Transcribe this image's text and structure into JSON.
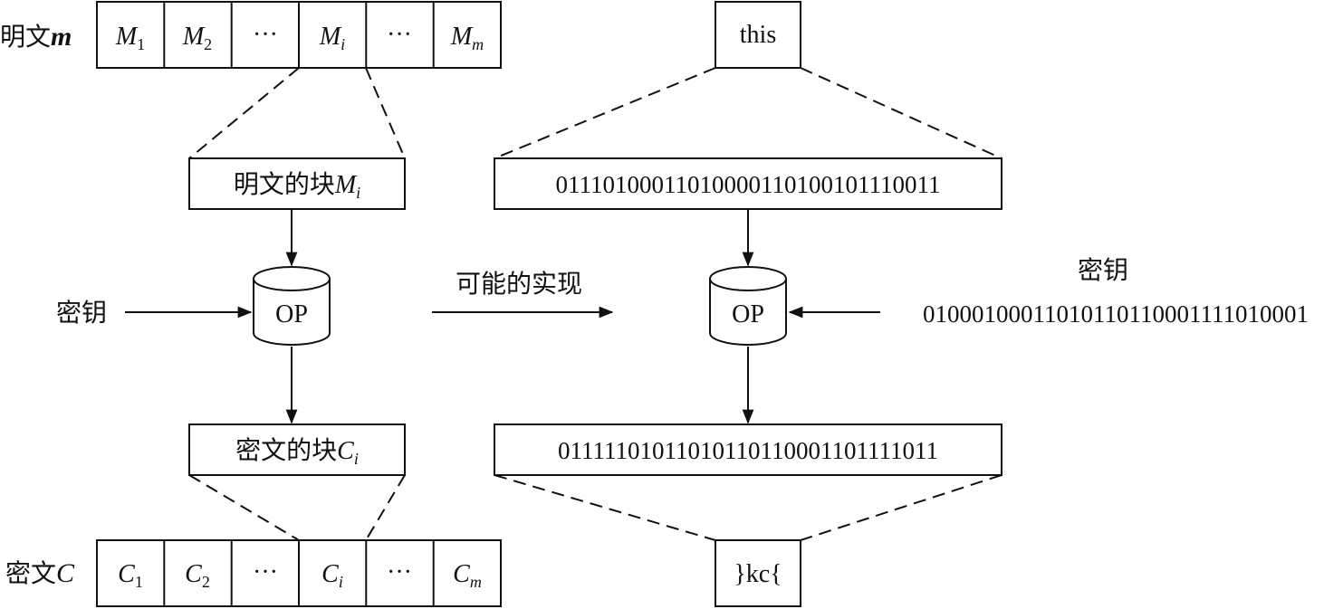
{
  "left": {
    "plaintext_label": {
      "cjk": "明文",
      "var": "m"
    },
    "ciphertext_label": {
      "cjk": "密文",
      "var": "C"
    },
    "plaintext_cells": [
      {
        "base": "M",
        "sub": "1"
      },
      {
        "base": "M",
        "sub": "2"
      },
      {
        "base": "···",
        "sub": ""
      },
      {
        "base": "M",
        "sub": "i"
      },
      {
        "base": "···",
        "sub": ""
      },
      {
        "base": "M",
        "sub": "m"
      }
    ],
    "ciphertext_cells": [
      {
        "base": "C",
        "sub": "1"
      },
      {
        "base": "C",
        "sub": "2"
      },
      {
        "base": "···",
        "sub": ""
      },
      {
        "base": "C",
        "sub": "i"
      },
      {
        "base": "···",
        "sub": ""
      },
      {
        "base": "C",
        "sub": "m"
      }
    ],
    "plain_block": {
      "text": "明文的块",
      "var": "M",
      "sub": "i"
    },
    "cipher_block": {
      "text": "密文的块",
      "var": "C",
      "sub": "i"
    },
    "op_label": "OP",
    "key_label": "密钥"
  },
  "middle": {
    "arrow_label": "可能的实现"
  },
  "right": {
    "input_text": "this",
    "input_bits": "01110100011010000110100101110011",
    "op_label": "OP",
    "key_label": "密钥",
    "key_bits": "01000100011010110110001111010001",
    "output_bits": "01111101011010110110001101111011",
    "output_text": "}kc{"
  }
}
